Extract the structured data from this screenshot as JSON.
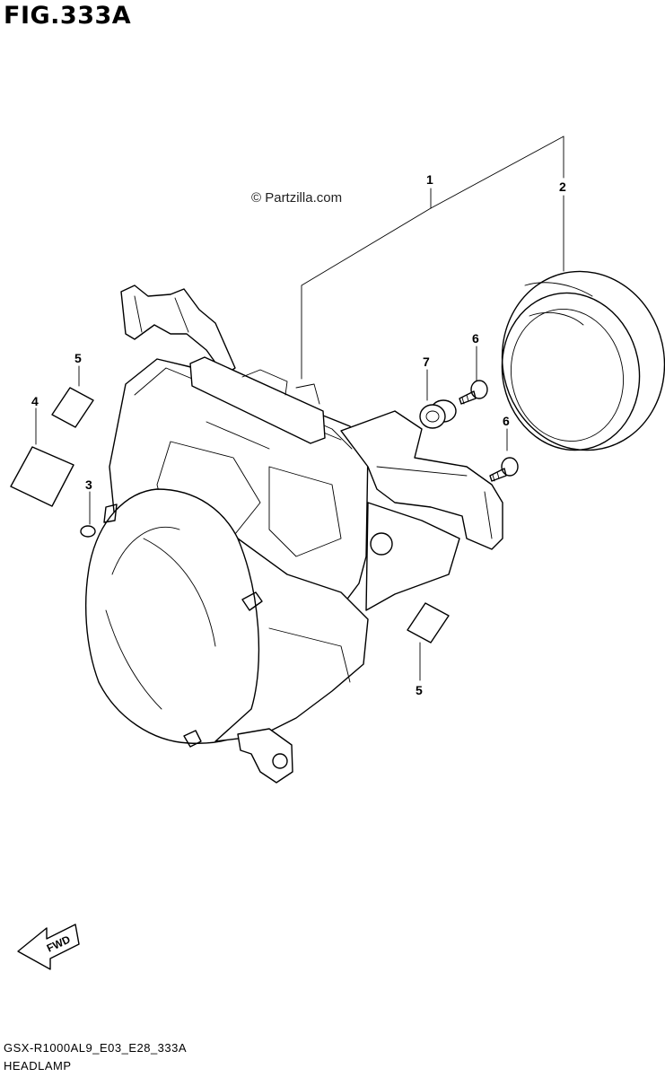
{
  "figure": {
    "title": "FIG.333A",
    "watermark": "© Partzilla.com",
    "drawing_code": "GSX-R1000AL9_E03_E28_333A",
    "caption": "HEADLAMP"
  },
  "callouts": [
    {
      "id": "1",
      "label": "1"
    },
    {
      "id": "2",
      "label": "2"
    },
    {
      "id": "3",
      "label": "3"
    },
    {
      "id": "4",
      "label": "4"
    },
    {
      "id": "5a",
      "label": "5"
    },
    {
      "id": "5b",
      "label": "5"
    },
    {
      "id": "6a",
      "label": "6"
    },
    {
      "id": "6b",
      "label": "6"
    },
    {
      "id": "7",
      "label": "7"
    }
  ],
  "direction_arrow": {
    "label": "FWD",
    "icon": "fwd-arrow-icon"
  }
}
